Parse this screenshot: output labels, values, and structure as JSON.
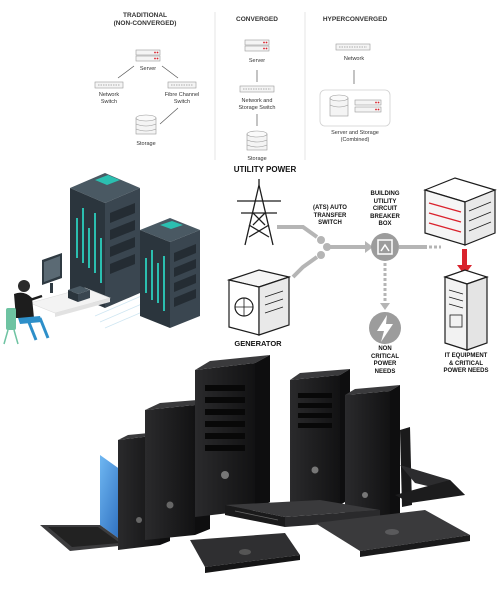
{
  "infra": {
    "traditional": {
      "title": "TRADITIONAL\n(NON-CONVERGED)",
      "server": "Server",
      "network_switch": "Network\nSwitch",
      "fibre_channel_switch": "Fibre Channel\nSwitch",
      "storage": "Storage"
    },
    "converged": {
      "title": "CONVERGED",
      "server": "Server",
      "network_storage_switch": "Network and\nStorage Switch",
      "storage": "Storage"
    },
    "hyperconverged": {
      "title": "HYPERCONVERGED",
      "network": "Network",
      "server_storage": "Server and Storage\n(Combined)"
    }
  },
  "power": {
    "utility_power": "UTILITY POWER",
    "ats": "(ATS) AUTO\nTRANSFER\nSWITCH",
    "breaker_box": "BUILDING\nUTILITY\nCIRCUIT\nBREAKER\nBOX",
    "generator": "GENERATOR",
    "non_critical": "NON\nCRITICAL\nPOWER\nNEEDS",
    "it_equipment": "IT EQUIPMENT\n& CRITICAL\nPOWER NEEDS"
  },
  "icons": [
    "server-icon",
    "switch-icon",
    "storage-icon",
    "pylon-icon",
    "generator-icon",
    "breaker-icon",
    "lightning-icon",
    "rack-icon",
    "person-icon",
    "laptop-icon",
    "tower-icon"
  ],
  "colors": {
    "server_dark": "#2e3a44",
    "server_teal": "#3ec1b4",
    "arrow_grey": "#b5b5b5",
    "rack_red": "#d9232d",
    "device_black": "#1d1d1f",
    "screen_blue": "#2a78d8"
  }
}
